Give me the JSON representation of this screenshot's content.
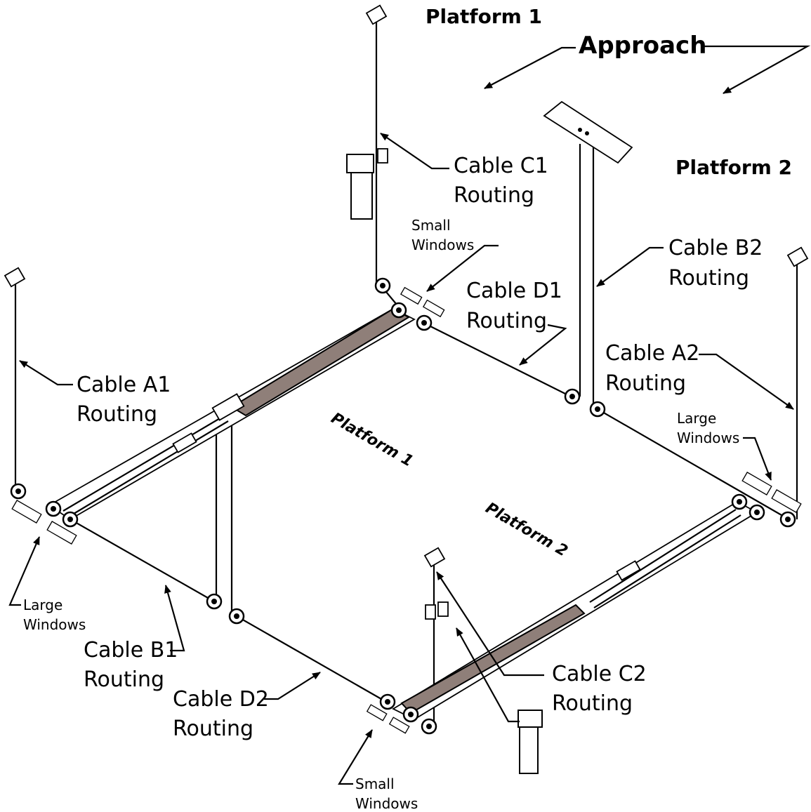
{
  "labels": {
    "platform1_top": "Platform 1",
    "platform2_side": "Platform 2",
    "approach": "Approach",
    "cable_c1_line1": "Cable C1",
    "cable_c1_line2": "Routing",
    "cable_b2_line1": "Cable B2",
    "cable_b2_line2": "Routing",
    "cable_d1_line1": "Cable D1",
    "cable_d1_line2": "Routing",
    "cable_a2_line1": "Cable A2",
    "cable_a2_line2": "Routing",
    "cable_a1_line1": "Cable A1",
    "cable_a1_line2": "Routing",
    "cable_b1_line1": "Cable B1",
    "cable_b1_line2": "Routing",
    "cable_d2_line1": "Cable D2",
    "cable_d2_line2": "Routing",
    "cable_c2_line1": "Cable C2",
    "cable_c2_line2": "Routing",
    "small_windows_top_line1": "Small",
    "small_windows_top_line2": "Windows",
    "large_windows_right_line1": "Large",
    "large_windows_right_line2": "Windows",
    "large_windows_left_line1": "Large",
    "large_windows_left_line2": "Windows",
    "small_windows_bottom_line1": "Small",
    "small_windows_bottom_line2": "Windows",
    "platform1_floor": "Platform 1",
    "platform2_floor": "Platform 2"
  }
}
